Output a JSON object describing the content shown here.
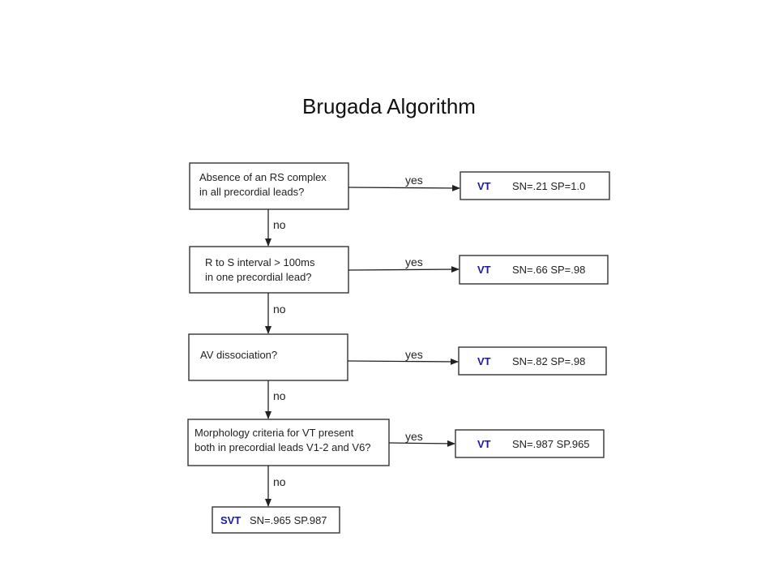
{
  "title": "Brugada Algorithm",
  "accent_color": "#1a1aa6",
  "steps": [
    {
      "question": [
        "Absence of an RS complex",
        "in all precordial leads?"
      ],
      "yes_label": "yes",
      "no_label": "no",
      "result_tag": "VT",
      "result_stats": "SN=.21 SP=1.0"
    },
    {
      "question": [
        "R to S interval > 100ms",
        "in one precordial lead?"
      ],
      "yes_label": "yes",
      "no_label": "no",
      "result_tag": "VT",
      "result_stats": "SN=.66 SP=.98"
    },
    {
      "question": [
        "AV dissociation?"
      ],
      "yes_label": "yes",
      "no_label": "no",
      "result_tag": "VT",
      "result_stats": "SN=.82 SP=.98"
    },
    {
      "question": [
        "Morphology criteria for VT present",
        "both in precordial leads V1-2 and V6?"
      ],
      "yes_label": "yes",
      "no_label": "no",
      "result_tag": "VT",
      "result_stats": "SN=.987 SP.965"
    }
  ],
  "final": {
    "tag": "SVT",
    "stats": "SN=.965 SP.987"
  }
}
